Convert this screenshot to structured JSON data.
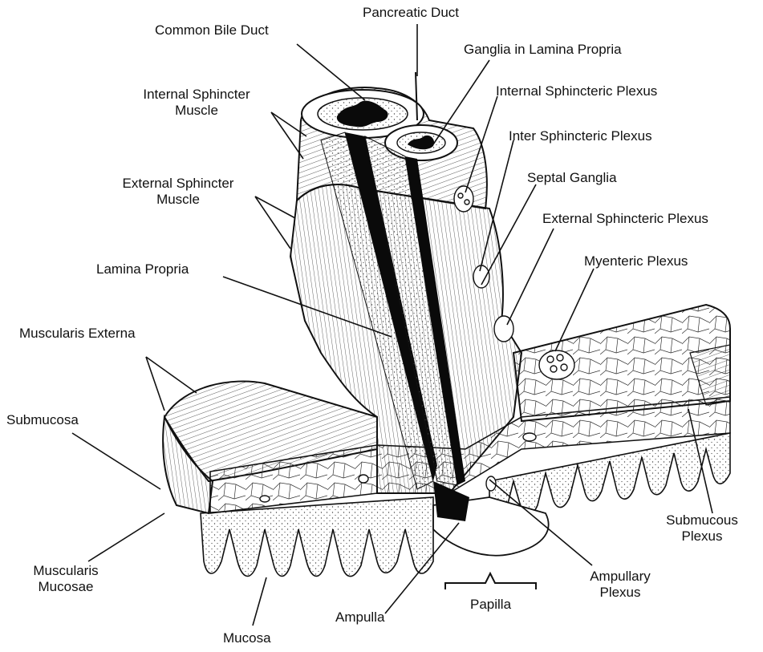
{
  "labels": {
    "common_bile_duct": "Common Bile Duct",
    "pancreatic_duct": "Pancreatic Duct",
    "ganglia_lamina_propria": "Ganglia in Lamina Propria",
    "internal_sphincter_muscle_1": "Internal Sphincter",
    "internal_sphincter_muscle_2": "Muscle",
    "internal_sphincteric_plexus": "Internal Sphincteric Plexus",
    "inter_sphincteric_plexus": "Inter Sphincteric Plexus",
    "external_sphincter_muscle_1": "External Sphincter",
    "external_sphincter_muscle_2": "Muscle",
    "septal_ganglia": "Septal Ganglia",
    "external_sphincteric_plexus": "External Sphincteric Plexus",
    "lamina_propria": "Lamina Propria",
    "myenteric_plexus": "Myenteric Plexus",
    "muscularis_externa": "Muscularis Externa",
    "submucosa": "Submucosa",
    "submucous_plexus_1": "Submucous",
    "submucous_plexus_2": "Plexus",
    "muscularis_mucosae_1": "Muscularis",
    "muscularis_mucosae_2": "Mucosae",
    "ampullary_plexus_1": "Ampullary",
    "ampullary_plexus_2": "Plexus",
    "ampulla": "Ampulla",
    "papilla": "Papilla",
    "mucosa": "Mucosa"
  },
  "colors": {
    "ink": "#111111",
    "lumen": "#0a0a0a",
    "tissue": "#ffffff",
    "stipple": "#444444"
  }
}
